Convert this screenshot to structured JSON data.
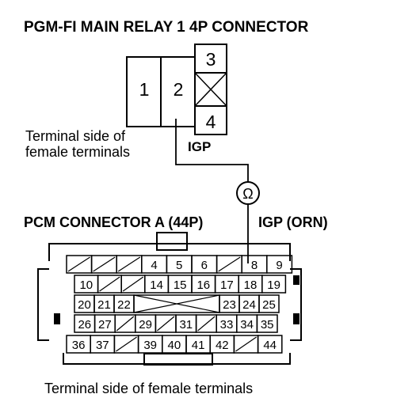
{
  "title": "PGM-FI MAIN RELAY 1 4P CONNECTOR",
  "relay_connector": {
    "terminals": [
      "1",
      "2",
      "3",
      "4"
    ],
    "side_label_line1": "Terminal side of",
    "side_label_line2": "female terminals",
    "wire_label": "IGP"
  },
  "meter": {
    "symbol": "Ω"
  },
  "pcm_connector": {
    "title": "PCM CONNECTOR A (44P)",
    "wire_label": "IGP (ORN)",
    "bottom_caption": "Terminal side of female terminals",
    "row1": [
      "",
      "",
      "",
      "4",
      "5",
      "6",
      "",
      "8",
      "9"
    ],
    "row2": [
      "10",
      "",
      "",
      "14",
      "15",
      "16",
      "17",
      "18",
      "19"
    ],
    "row3": [
      "20",
      "21",
      "22",
      "",
      "23",
      "24",
      "25"
    ],
    "row4": [
      "26",
      "27",
      "",
      "29",
      "",
      "31",
      "",
      "33",
      "34",
      "35"
    ],
    "row5": [
      "36",
      "37",
      "",
      "39",
      "40",
      "41",
      "42",
      "",
      "44"
    ]
  }
}
